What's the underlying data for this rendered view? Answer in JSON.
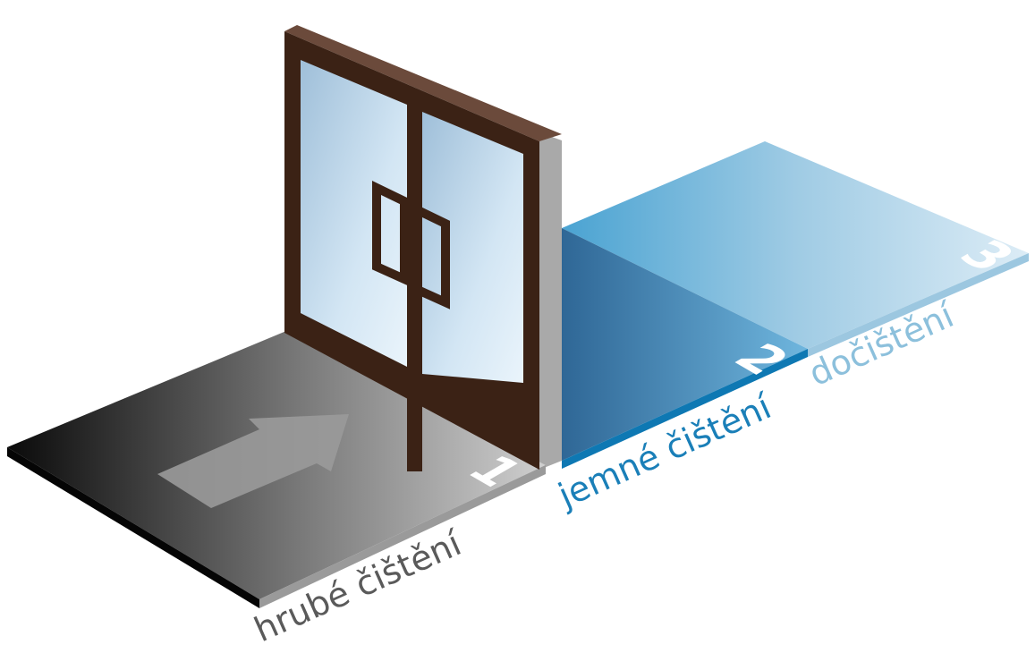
{
  "diagram": {
    "title": "",
    "zones": [
      {
        "number": "1",
        "label": "hrubé čištění",
        "color": "#5a5a5a",
        "label_color": "#5a5a5a"
      },
      {
        "number": "2",
        "label": "jemné čištění",
        "color": "#0f7ab5",
        "label_color": "#1a7fb8"
      },
      {
        "number": "3",
        "label": "dočištění",
        "color": "#8cc3e0",
        "label_color": "#8cc0dc"
      }
    ],
    "door": {
      "frame_color": "#3b2215",
      "glass_color": "#b9d6ea"
    },
    "arrow": {
      "direction": "entering",
      "icon": "arrow-right-icon"
    }
  }
}
